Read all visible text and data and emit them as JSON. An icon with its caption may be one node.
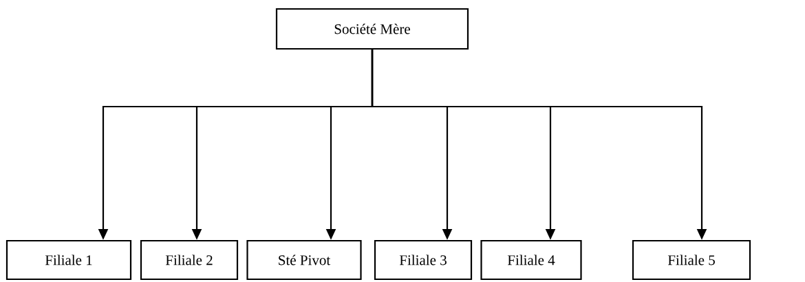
{
  "diagram": {
    "nodes": [
      {
        "text": [
          "Société Mère"
        ]
      },
      {
        "text": [
          "Filiale 1"
        ]
      },
      {
        "text": [
          "Filiale 2"
        ]
      },
      {
        "text": [
          "Sté Pivot"
        ]
      },
      {
        "text": [
          "Filiale 3"
        ]
      },
      {
        "text": [
          "Filiale 4"
        ]
      },
      {
        "text": [
          "Filiale 5"
        ]
      }
    ],
    "edges": [
      {
        "from": 0,
        "to": 1,
        "arrow": "to"
      },
      {
        "from": 0,
        "to": 2,
        "arrow": "to"
      },
      {
        "from": 0,
        "to": 3,
        "arrow": "to"
      },
      {
        "from": 0,
        "to": 4,
        "arrow": "to"
      },
      {
        "from": 0,
        "to": 5,
        "arrow": "to"
      },
      {
        "from": 0,
        "to": 6,
        "arrow": "to"
      }
    ]
  }
}
